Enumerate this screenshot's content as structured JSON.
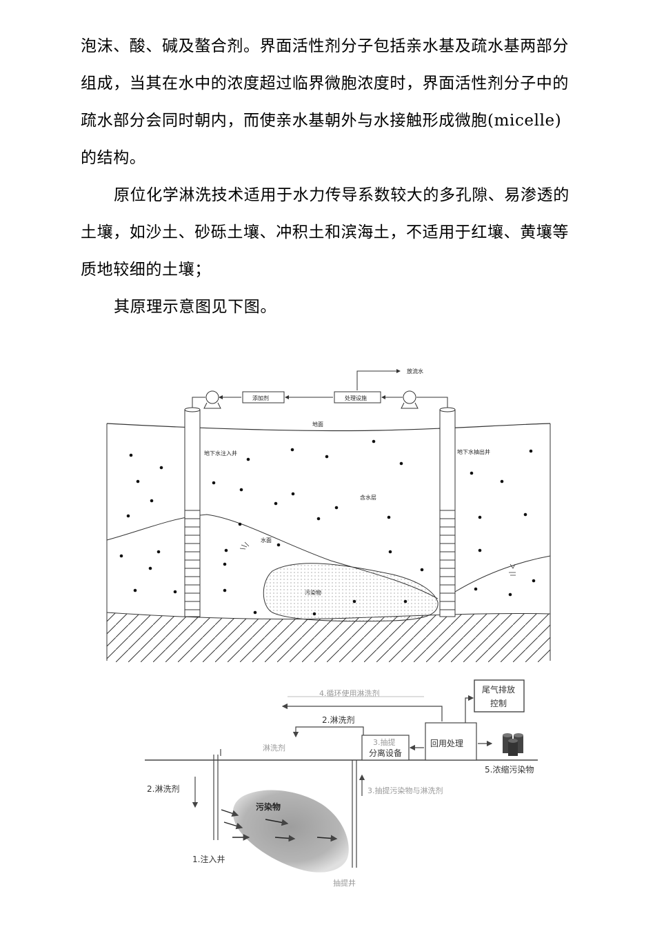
{
  "paragraphs": [
    "泡沫、酸、碱及螯合剂。界面活性剂分子包括亲水基及疏水基两部分组成，当其在水中的浓度超过临界微胞浓度时，界面活性剂分子中的疏水部分会同时朝内，而使亲水基朝外与水接触形成微胞(micelle)的结构。",
    "原位化学淋洗技术适用于水力传导系数较大的多孔隙、易渗透的土壤，如沙土、砂砾土壤、冲积土和滨海土，不适用于红壤、黄壤等质地较细的土壤；",
    "其原理示意图见下图。"
  ],
  "diagram1": {
    "labels": {
      "waste_water": "放流水",
      "additive": "添加剂",
      "treatment": "处理设施",
      "ground": "地面",
      "injection_well": "地下水注入井",
      "extraction_well": "地下水抽出井",
      "aquifer": "含水层",
      "water_surface": "水面",
      "contaminant": "污染物"
    }
  },
  "diagram2": {
    "labels": {
      "exhaust": "尾气排放控制",
      "exhaust_line1": "尾气排放",
      "exhaust_line2": "控制",
      "flushing_agent_top": "2.淋洗剂",
      "separation": "分离设备",
      "recycle": "回用处理",
      "concentrated": "5.浓缩污染物",
      "flushing_agent_side": "2.淋洗剂",
      "contaminant": "污染物",
      "injection_well": "1.注入井",
      "faint_top": "4.循环使用淋洗剂",
      "faint_left": "淋洗剂",
      "faint_mid": "3.抽提",
      "faint_right_well": "3.抽提污染物与淋洗剂",
      "faint_bottom": "抽提井"
    }
  }
}
